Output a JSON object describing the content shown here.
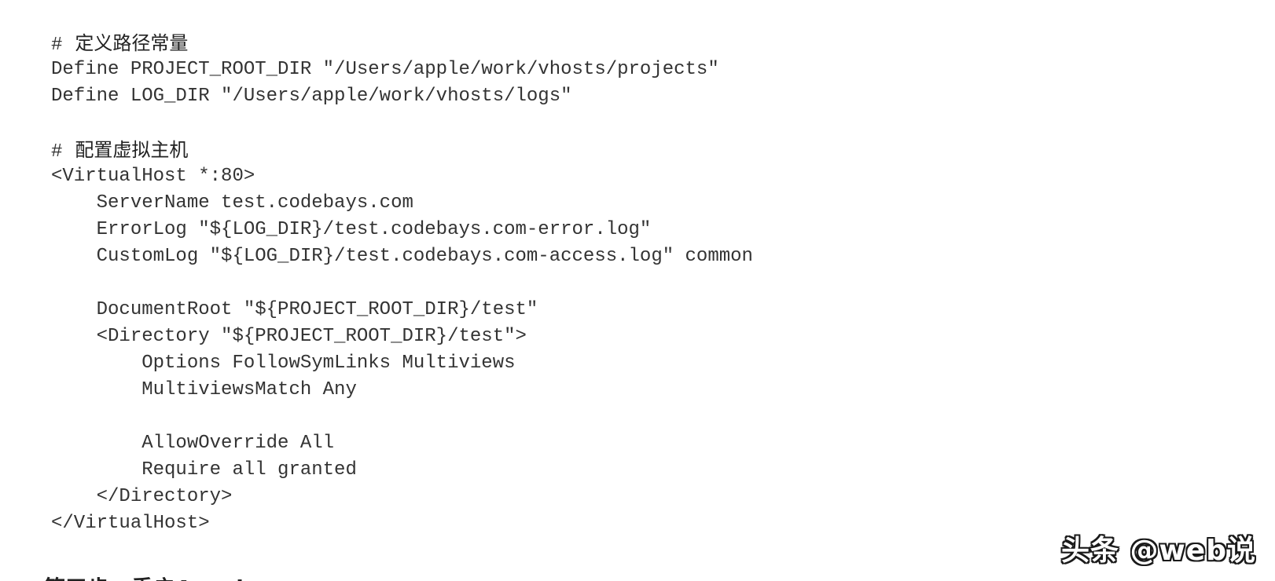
{
  "code": {
    "comment_marker": "#",
    "lines": [
      {
        "type": "comment",
        "text": "定义路径常量"
      },
      {
        "type": "code",
        "text": "Define PROJECT_ROOT_DIR \"/Users/apple/work/vhosts/projects\""
      },
      {
        "type": "code",
        "text": "Define LOG_DIR \"/Users/apple/work/vhosts/logs\""
      },
      {
        "type": "blank",
        "text": ""
      },
      {
        "type": "comment",
        "text": "配置虚拟主机"
      },
      {
        "type": "code",
        "text": "<VirtualHost *:80>"
      },
      {
        "type": "code",
        "text": "    ServerName test.codebays.com"
      },
      {
        "type": "code",
        "text": "    ErrorLog \"${LOG_DIR}/test.codebays.com-error.log\""
      },
      {
        "type": "code",
        "text": "    CustomLog \"${LOG_DIR}/test.codebays.com-access.log\" common"
      },
      {
        "type": "blank",
        "text": ""
      },
      {
        "type": "code",
        "text": "    DocumentRoot \"${PROJECT_ROOT_DIR}/test\""
      },
      {
        "type": "code",
        "text": "    <Directory \"${PROJECT_ROOT_DIR}/test\">"
      },
      {
        "type": "code",
        "text": "        Options FollowSymLinks Multiviews"
      },
      {
        "type": "code",
        "text": "        MultiviewsMatch Any"
      },
      {
        "type": "blank",
        "text": ""
      },
      {
        "type": "code",
        "text": "        AllowOverride All"
      },
      {
        "type": "code",
        "text": "        Require all granted"
      },
      {
        "type": "code",
        "text": "    </Directory>"
      },
      {
        "type": "code",
        "text": "</VirtualHost>"
      }
    ]
  },
  "watermark": "头条 @web说",
  "next_heading": "第五步：重启Apache"
}
